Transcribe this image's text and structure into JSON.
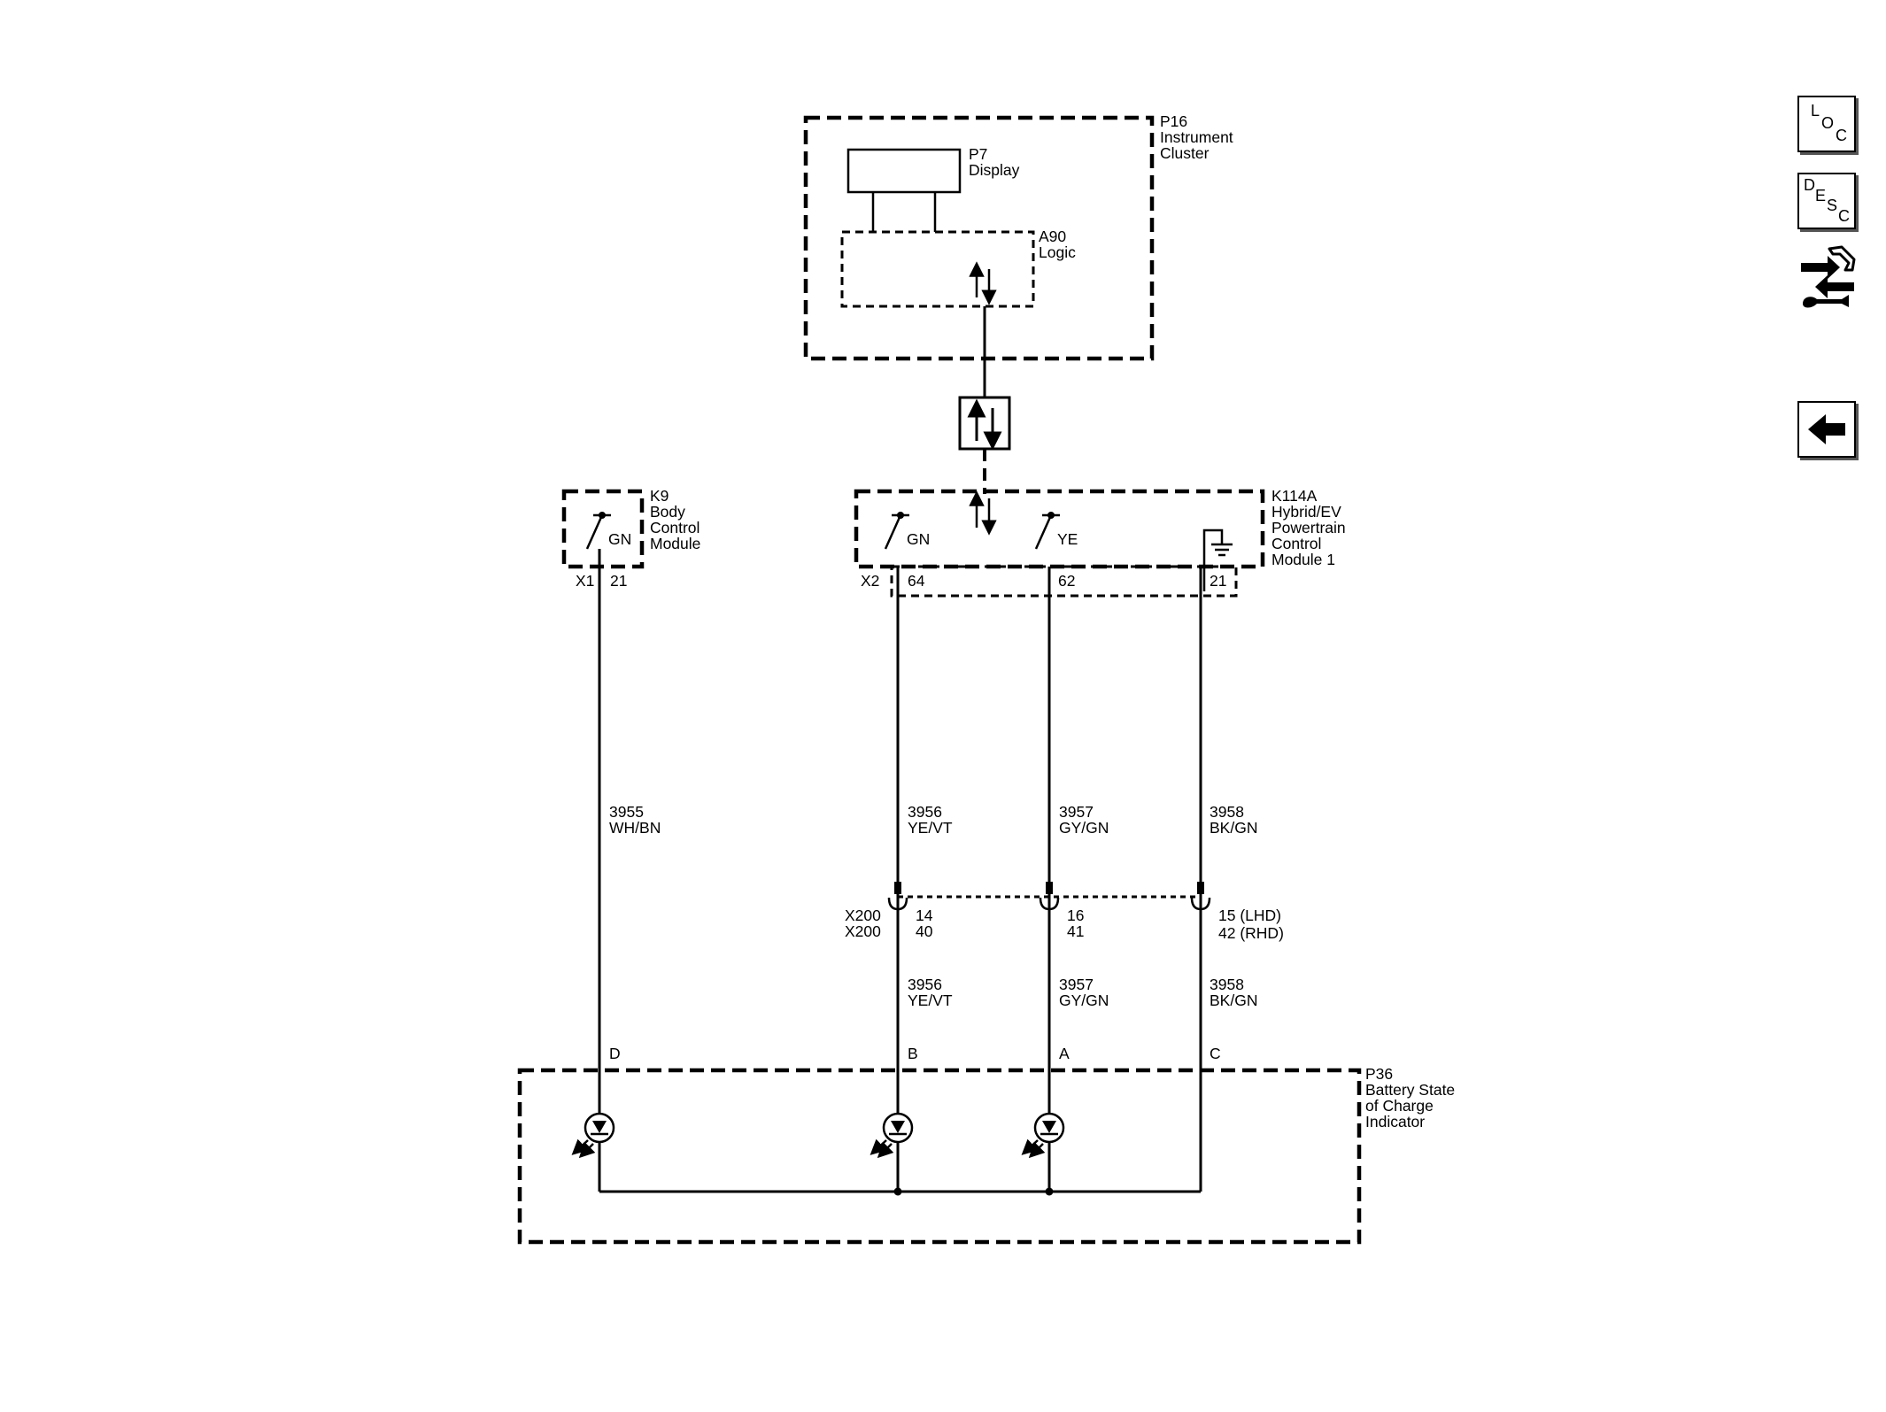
{
  "nav": {
    "loc": [
      "L",
      "O",
      "C"
    ],
    "desc": [
      "D",
      "E",
      "S",
      "C"
    ],
    "icon_swap": "swap-arrows-wrench-icon",
    "icon_back": "back-arrow-icon"
  },
  "modules": {
    "p16": [
      "P16",
      "Instrument",
      "Cluster"
    ],
    "p7": [
      "P7",
      "Display"
    ],
    "a90": [
      "A90",
      "Logic"
    ],
    "k9": [
      "K9",
      "Body",
      "Control",
      "Module"
    ],
    "k114a": [
      "K114A",
      "Hybrid/EV",
      "Powertrain",
      "Control",
      "Module 1"
    ],
    "p36": [
      "P36",
      "Battery State",
      "of Charge",
      "Indicator"
    ]
  },
  "switch_labels": {
    "k9_sw": "GN",
    "k114a_sw1": "GN",
    "k114a_sw2": "YE"
  },
  "connectors": {
    "k9_conn": "X1",
    "k9_pin": "21",
    "k114a_conn": "X2",
    "k114a_pins": [
      "64",
      "62",
      "21"
    ],
    "x200_conn_1": "X200",
    "x200_conn_2": "X200",
    "x200_pins": [
      [
        "14",
        "40"
      ],
      [
        "16",
        "41"
      ],
      [
        "15 (LHD)",
        "42 (RHD)"
      ]
    ],
    "p36_pins": [
      "D",
      "B",
      "A",
      "C"
    ]
  },
  "circuits_upper": [
    [
      "3955",
      "WH/BN"
    ],
    [
      "3956",
      "YE/VT"
    ],
    [
      "3957",
      "GY/GN"
    ],
    [
      "3958",
      "BK/GN"
    ]
  ],
  "circuits_lower": [
    [
      "3956",
      "YE/VT"
    ],
    [
      "3957",
      "GY/GN"
    ],
    [
      "3958",
      "BK/GN"
    ]
  ]
}
